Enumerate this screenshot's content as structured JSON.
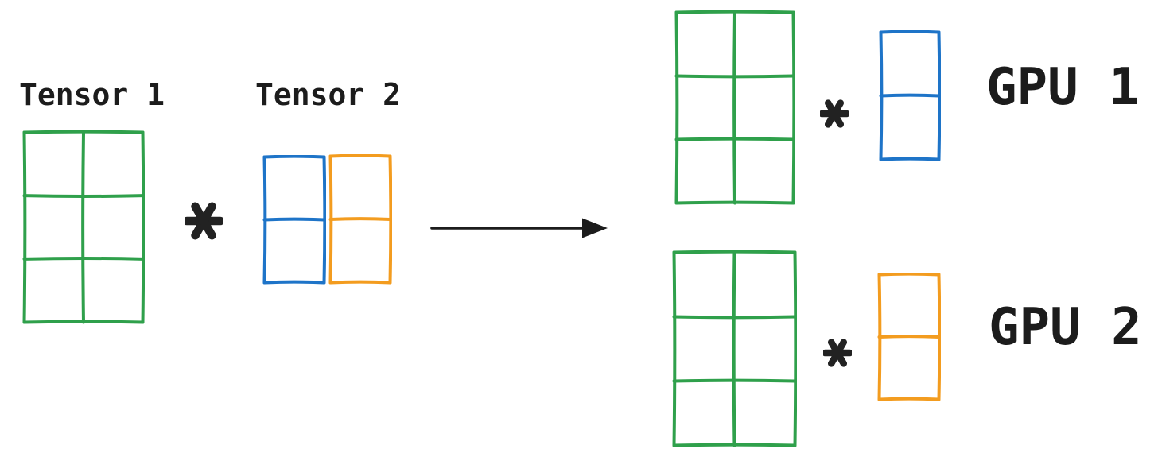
{
  "colors": {
    "green": "#2FA04B",
    "blue": "#1E74C8",
    "orange": "#F39C1F",
    "ink": "#1C1C1C"
  },
  "labels": {
    "tensor1": "Tensor 1",
    "tensor2": "Tensor 2",
    "gpu1": "GPU 1",
    "gpu2": "GPU 2",
    "operator": "*"
  },
  "matrices": {
    "tensor1": {
      "rows": 3,
      "cols": 2,
      "color": "green"
    },
    "tensor2_left": {
      "rows": 2,
      "cols": 1,
      "color": "blue"
    },
    "tensor2_right": {
      "rows": 2,
      "cols": 1,
      "color": "orange"
    },
    "gpu1_weight": {
      "rows": 3,
      "cols": 2,
      "color": "green"
    },
    "gpu1_shard": {
      "rows": 2,
      "cols": 1,
      "color": "blue"
    },
    "gpu2_weight": {
      "rows": 3,
      "cols": 2,
      "color": "green"
    },
    "gpu2_shard": {
      "rows": 2,
      "cols": 1,
      "color": "orange"
    }
  },
  "flow": {
    "description": "Tensor 1 * Tensor 2 is column-partitioned: blue shard computed on GPU 1, orange shard on GPU 2",
    "arrow_direction": "right"
  }
}
